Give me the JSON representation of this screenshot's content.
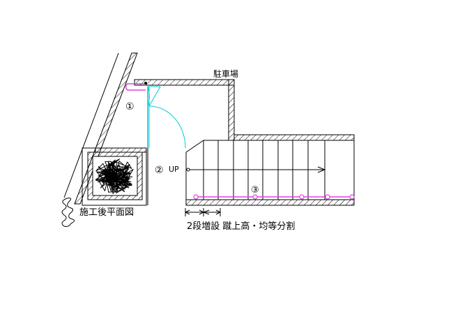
{
  "labels": {
    "parking": "駐車場",
    "area1": "①",
    "area2": "②",
    "up": "UP",
    "area3": "③",
    "caption": "施工後平面図",
    "note": "2段増設  蹴上高・均等分割"
  },
  "colors": {
    "line": "#000000",
    "door": "#00c8d8",
    "handrail": "#e040e0"
  }
}
